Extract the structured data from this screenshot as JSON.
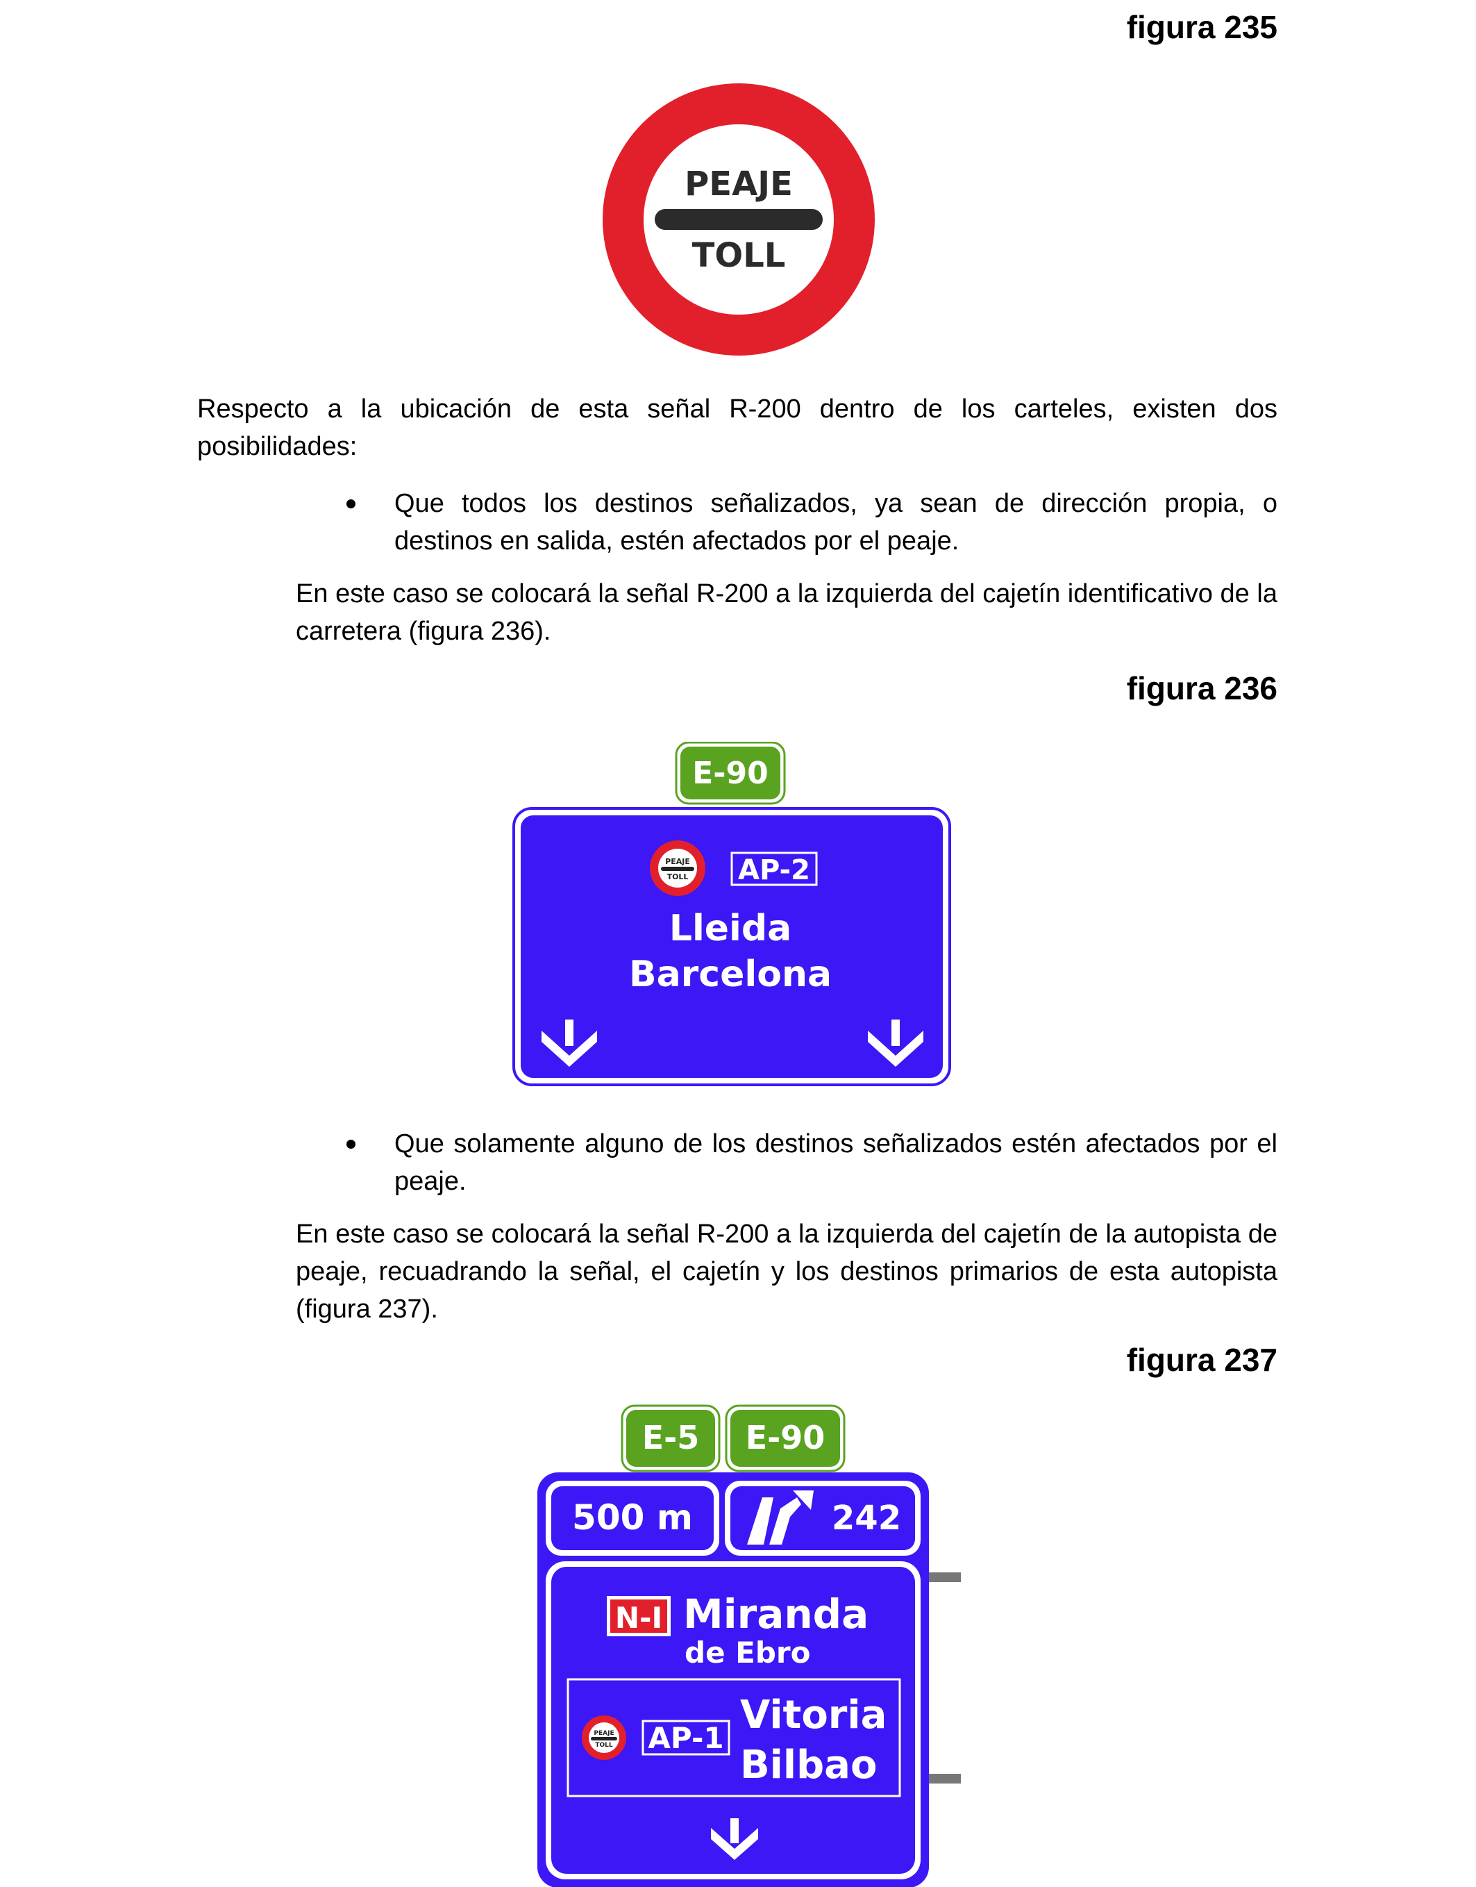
{
  "figures": {
    "fig235_caption": "figura 235",
    "fig236_caption": "figura 236",
    "fig237_caption": "figura 237"
  },
  "text": {
    "intro": "Respecto a la ubicación de esta señal R-200 dentro de los carteles, existen dos posibilidades:",
    "bullet1": "Que todos los destinos señalizados, ya sean de dirección propia, o destinos en salida, estén afectados por el peaje.",
    "para1": "En este caso se colocará la señal R-200 a la izquierda del cajetín identificativo de la carretera (figura 236).",
    "bullet2": "Que solamente alguno de los destinos señalizados estén afectados por el peaje.",
    "para2": "En este caso se colocará la señal R-200 a la izquierda del cajetín de la autopista de peaje, recuadrando la señal, el cajetín y los destinos primarios de esta autopista (figura 237)."
  },
  "sign235": {
    "top": "PEAJE",
    "bottom": "TOLL"
  },
  "sign236": {
    "euro_route": "E-90",
    "toll_top": "PEAJE",
    "toll_bottom": "TOLL",
    "road": "AP-2",
    "dest1": "Lleida",
    "dest2": "Barcelona"
  },
  "sign237": {
    "euro_route1": "E-5",
    "euro_route2": "E-90",
    "distance": "500 m",
    "exit_number": "242",
    "road1": "N-I",
    "dest1_line1": "Miranda",
    "dest1_line2": "de Ebro",
    "toll_top": "PEAJE",
    "toll_bottom": "TOLL",
    "road2": "AP-1",
    "dest2": "Vitoria",
    "dest3": "Bilbao"
  },
  "colors": {
    "sign_blue": "#3d17f5",
    "euro_green": "#5aa321",
    "toll_red": "#e2202b",
    "national_red": "#e2202b"
  }
}
